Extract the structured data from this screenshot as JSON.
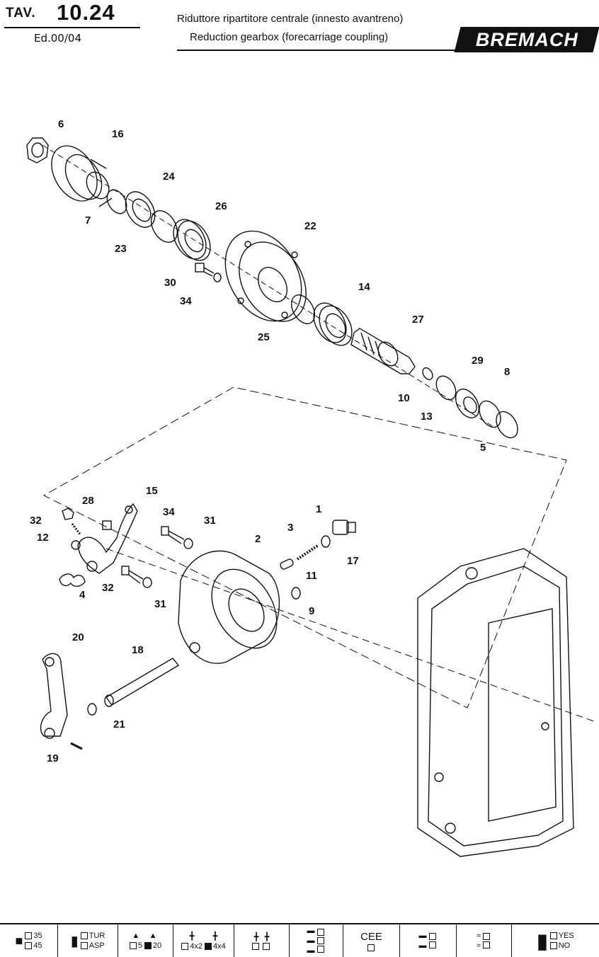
{
  "header": {
    "tav_label": "TAV.",
    "tav_number": "10.24",
    "edition": "Ed.00/04",
    "title_it": "Riduttore ripartitore centrale (innesto avantreno)",
    "title_en": "Reduction gearbox (forecarriage coupling)",
    "brand": "BREMACH"
  },
  "callouts": [
    "6",
    "16",
    "24",
    "7",
    "26",
    "23",
    "22",
    "30",
    "34",
    "14",
    "25",
    "27",
    "29",
    "8",
    "10",
    "13",
    "5",
    "28",
    "15",
    "32",
    "12",
    "34",
    "31",
    "1",
    "3",
    "2",
    "17",
    "11",
    "32",
    "4",
    "31",
    "9",
    "20",
    "18",
    "21",
    "19"
  ],
  "footer": {
    "weight": [
      "35",
      "45"
    ],
    "engine": [
      "TUR",
      "ASP"
    ],
    "seats": [
      "5",
      "20"
    ],
    "drive": [
      "4x2",
      "4x4"
    ],
    "cee_label": "CEE",
    "door": [
      "YES",
      "NO"
    ]
  }
}
